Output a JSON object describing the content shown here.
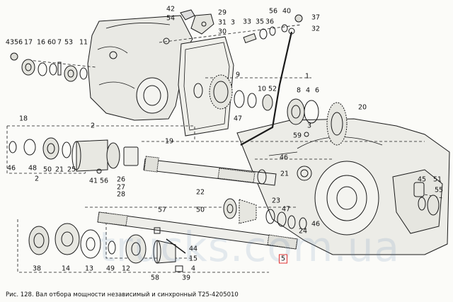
{
  "caption": "Рис. 128. Вал отбора мощности независимый и синхронный Т25-4205010",
  "watermark": "trucks.com.ua",
  "highlight_color": "#e03030",
  "labels": {
    "l4356": "4356",
    "l17": "17",
    "l16": "16",
    "l60": "60",
    "l7": "7",
    "l53": "53",
    "l11": "11",
    "l42": "42",
    "l54": "54",
    "l29": "29",
    "l31": "31",
    "l30": "30",
    "l3a": "3",
    "l33": "33",
    "l35": "35",
    "l36": "36",
    "l56a": "56",
    "l40": "40",
    "l37": "37",
    "l32": "32",
    "l9": "9",
    "l1": "1",
    "l10": "10",
    "l52": "52",
    "l8": "8",
    "l4a": "4",
    "l6": "6",
    "l20": "20",
    "l47a": "47",
    "l59": "59",
    "l3b": "3",
    "l18": "18",
    "l2a": "2",
    "l19": "19",
    "l46a": "46",
    "l46b": "46",
    "l48": "48",
    "l50a": "50",
    "l21a": "21",
    "l25": "25",
    "l2b": "2",
    "l41": "41",
    "l56b": "56",
    "l26": "26",
    "l27": "27",
    "l28": "28",
    "l21b": "21",
    "l45": "45",
    "l51": "51",
    "l55": "55",
    "l22": "22",
    "l23": "23",
    "l50b": "50",
    "l47b": "47",
    "l46c": "46",
    "l24": "24",
    "l57": "57",
    "l38": "38",
    "l14": "14",
    "l13": "13",
    "l49": "49",
    "l12": "12",
    "l44": "44",
    "l15": "15",
    "l58": "58",
    "l39": "39",
    "l4b": "4",
    "l5": "5"
  }
}
